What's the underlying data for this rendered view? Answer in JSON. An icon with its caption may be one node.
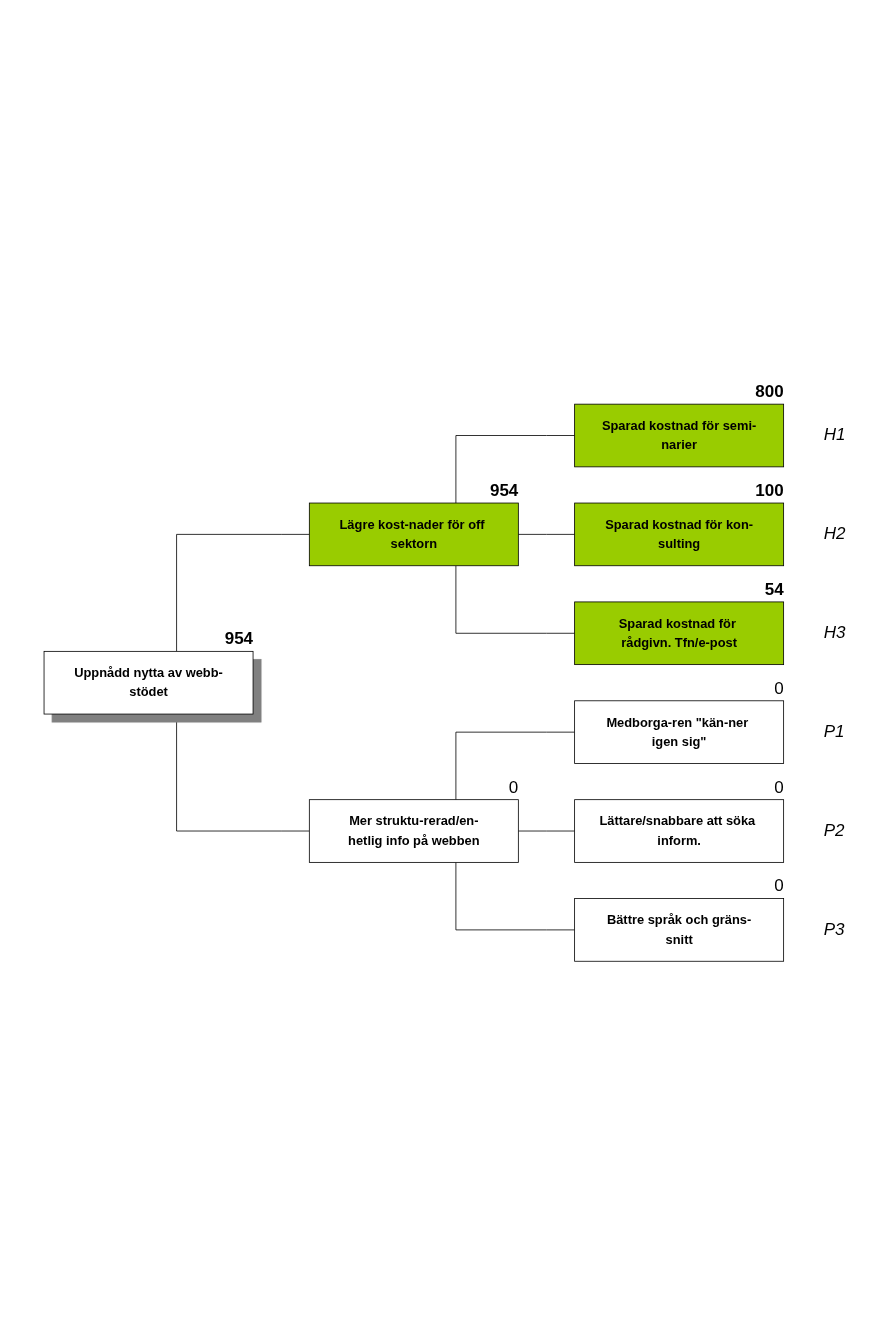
{
  "diagram": {
    "nodes": [
      {
        "text": [
          "Uppnådd nytta av webb-stödet"
        ],
        "beside": [
          "954"
        ]
      },
      {
        "text": [
          "Lägre kost-nader för off sektorn"
        ],
        "beside": [
          "954"
        ]
      },
      {
        "text": [
          "Sparad kostnad för semi-narier"
        ],
        "beside": [
          "800",
          "H1"
        ]
      },
      {
        "text": [
          "Sparad kostnad för kon-sulting"
        ],
        "beside": [
          "100",
          "H2"
        ]
      },
      {
        "text": [
          "Sparad kostnad för rådgivn. Tfn/e-post"
        ],
        "beside": [
          "54",
          "H3"
        ]
      },
      {
        "text": [
          "Mer struktu-rerad/en-hetlig info på webben"
        ],
        "beside": [
          "0"
        ]
      },
      {
        "text": [
          "Medborga-ren \"kän-ner igen sig\""
        ],
        "beside": [
          "0",
          "P1"
        ]
      },
      {
        "text": [
          "Lättare/snabbare att söka inform."
        ],
        "beside": [
          "0",
          "P2"
        ]
      },
      {
        "text": [
          "Bättre språk och gräns-snitt"
        ],
        "beside": [
          "0",
          "P3"
        ]
      }
    ],
    "edges": [
      {
        "from": 0,
        "to": 1,
        "arrow": "none"
      },
      {
        "from": 0,
        "to": 5,
        "arrow": "none"
      },
      {
        "from": 1,
        "to": 2,
        "arrow": "none"
      },
      {
        "from": 1,
        "to": 3,
        "arrow": "none"
      },
      {
        "from": 1,
        "to": 4,
        "arrow": "none"
      },
      {
        "from": 5,
        "to": 6,
        "arrow": "none"
      },
      {
        "from": 5,
        "to": 7,
        "arrow": "none"
      },
      {
        "from": 5,
        "to": 8,
        "arrow": "none"
      }
    ]
  }
}
